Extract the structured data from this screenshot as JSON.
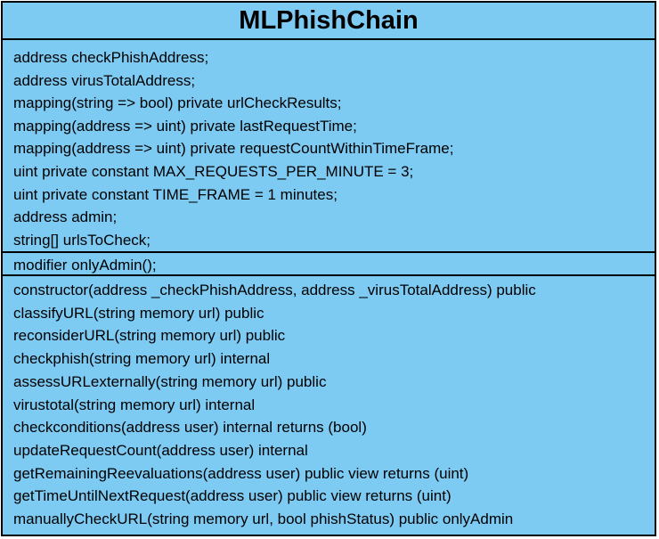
{
  "diagram": {
    "class_name": "MLPhishChain",
    "background_color": "#7dcaf2",
    "border_color": "#000000",
    "attributes": [
      "address checkPhishAddress;",
      "address virusTotalAddress;",
      "mapping(string => bool) private urlCheckResults;",
      "mapping(address => uint) private lastRequestTime;",
      "mapping(address => uint) private requestCountWithinTimeFrame;",
      "uint private constant MAX_REQUESTS_PER_MINUTE = 3;",
      "uint private constant TIME_FRAME = 1 minutes;",
      "address admin;",
      "string[] urlsToCheck;"
    ],
    "modifiers": [
      "modifier onlyAdmin();"
    ],
    "operations": [
      "constructor(address _checkPhishAddress, address _virusTotalAddress) public",
      "classifyURL(string memory url) public",
      "reconsiderURL(string memory url) public",
      "checkphish(string memory url) internal",
      "assessURLexternally(string memory url) public",
      "virustotal(string memory url) internal",
      "checkconditions(address user) internal returns (bool)",
      "updateRequestCount(address user) internal",
      "getRemainingReevaluations(address user) public view returns (uint)",
      "getTimeUntilNextRequest(address user) public view returns (uint)",
      "manuallyCheckURL(string memory url, bool phishStatus) public onlyAdmin"
    ]
  }
}
